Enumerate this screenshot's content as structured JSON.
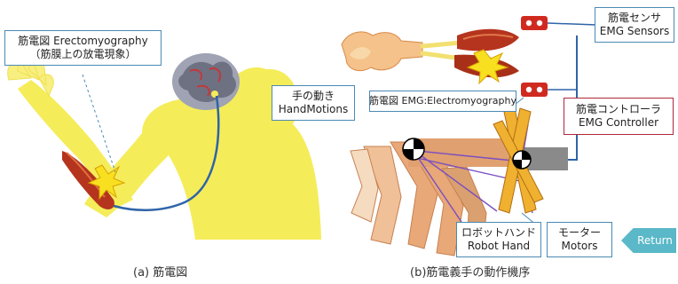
{
  "left_panel": {
    "callout_line1": "筋電図 Erectomyography",
    "callout_line2": "（筋膜上の放電現象）",
    "caption": "(a) 筋電図"
  },
  "right_panel": {
    "sensor_label_line1": "筋電センサ",
    "sensor_label_line2": "EMG Sensors",
    "hand_label_line1": "手の動き",
    "hand_label_line2": "HandMotions",
    "emg_label": "筋電図 EMG:Electromyography",
    "controller_label_line1": "筋電コントローラ",
    "controller_label_line2": "EMG Controller",
    "robot_label_line1": "ロボットハンド",
    "robot_label_line2": "Robot Hand",
    "motor_label_line1": "モーター",
    "motor_label_line2": "Motors",
    "return_button": "Return",
    "caption": "(b)筋電義手の動作機序"
  },
  "colors": {
    "body_yellow": "#f5ec5a",
    "box_border": "#4a8ab4",
    "controller_border": "#b0283a",
    "return_button": "#5ab8c8",
    "wire_blue": "#3a6fb0",
    "wire_purple": "#7a4fc0",
    "muscle_red": "#b5341e",
    "sensor_red": "#d02a20",
    "motor_orange": "#f0b030",
    "robot_hand": "#e8a878"
  }
}
